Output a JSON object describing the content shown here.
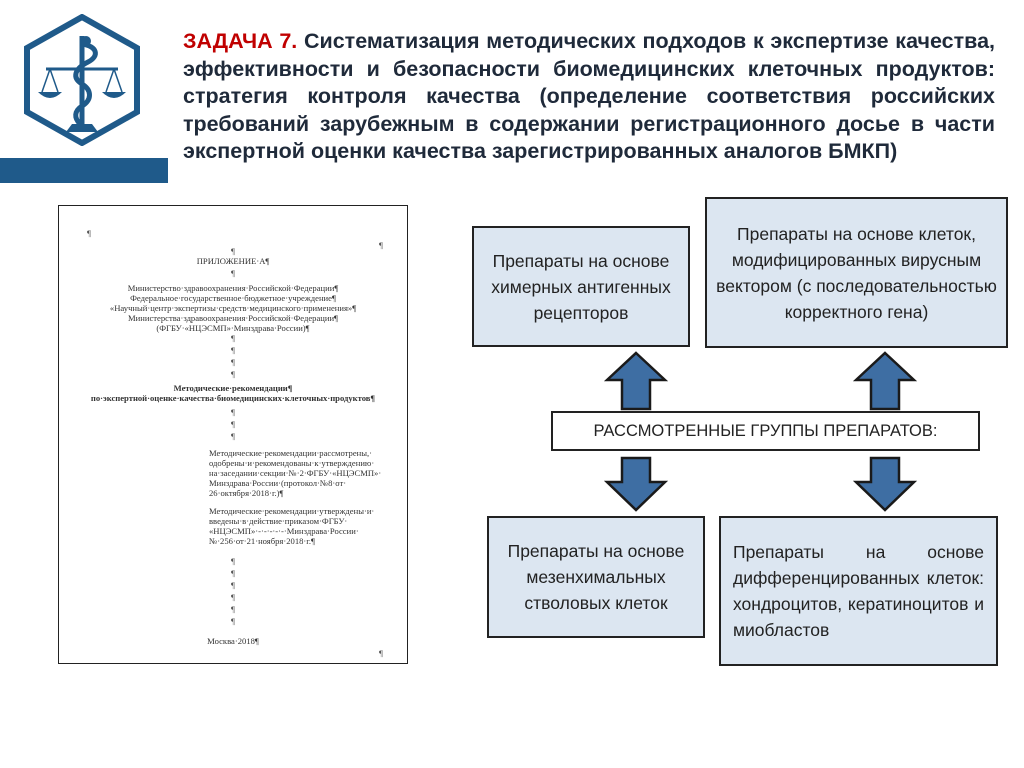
{
  "title": {
    "lead": "ЗАДАЧА 7.",
    "rest": "Систематизация методических подходов к экспертизе качества, эффективности и безопасности биомедицинских клеточных продуктов: стратегия контроля качества (определение соответствия российских требований зарубежным в содержании регистрационного досье в части экспертной оценки качества зарегистрированных аналогов БМКП)"
  },
  "colors": {
    "accent_red": "#c00000",
    "brand_blue": "#1f5a8a",
    "box_fill": "#dce6f1",
    "arrow_fill": "#3e6ea3"
  },
  "icons": {
    "logo": "caduceus-scales-hexagon-icon",
    "arrow_up": "arrow-up-icon",
    "arrow_down": "arrow-down-icon"
  },
  "document": {
    "pilcrow": "¶",
    "appendix": "ПРИЛОЖЕНИЕ·А¶",
    "org1": "Министерство·здравоохранения·Российской·Федерации¶",
    "org2": "Федеральное·государственное·бюджетное·учреждение¶",
    "org3": "«Научный·центр·экспертизы·средств·медицинского·применения»¶",
    "org4": "Министерства·здравоохранения·Российской·Федерации¶",
    "org5": "(ФГБУ·«НЦЭСМП»·Минздрава·России)¶",
    "rec_title1": "Методические·рекомендации¶",
    "rec_title2": "по·экспертной·оценке·качества·биомедицинских·клеточных·продуктов¶",
    "approved1": "Методические·рекомендации·рассмотрены,·",
    "approved2": "одобрены·и·рекомендованы·к·утверждению·",
    "approved3": "на·заседании·секции·№·2·ФГБУ·«НЦЭСМП»·",
    "approved4": "Минздрава·России·(протокол·№8·от·",
    "approved5": "26·октября·2018·г.)¶",
    "introduced1": "Методические·рекомендации·утверждены·и·",
    "introduced2": "введены·в·действие·приказом·ФГБУ·",
    "introduced3": "«НЦЭСМП»·-·-·-·-·-·Минздрава·России·",
    "introduced4": "№·256·от·21·ноября·2018·г.¶",
    "city_year": "Москва·2018¶"
  },
  "diagram": {
    "center": "РАССМОТРЕННЫЕ ГРУППЫ ПРЕПАРАТОВ:",
    "top_left": "Препараты на основе химерных антигенных рецепторов",
    "top_right": "Препараты на основе клеток, модифицированных вирусным вектором (с последовательностью корректного гена)",
    "bottom_left": "Препараты на основе мезенхимальных стволовых клеток",
    "bottom_right": "Препараты на основе дифференцированных клеток: хондроцитов, кератиноцитов и миобластов"
  }
}
